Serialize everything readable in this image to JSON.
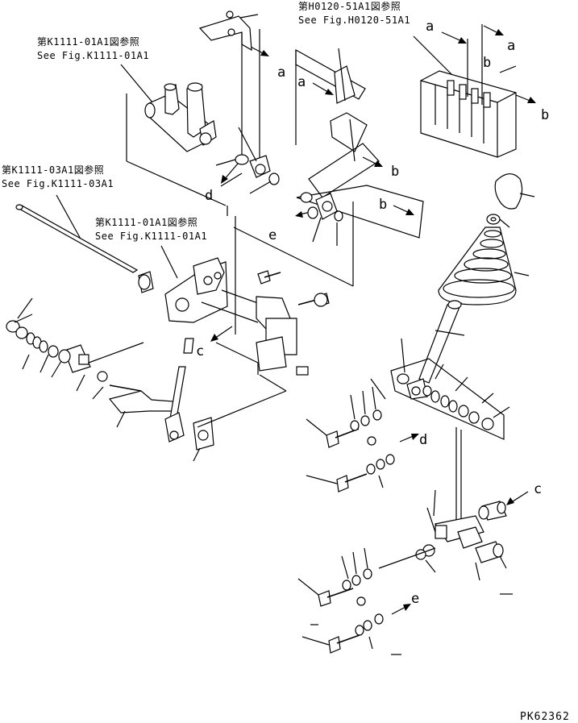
{
  "references": {
    "ref_top_right_jp": "第H0120-51A1図参照",
    "ref_top_right_en": "See Fig.H0120-51A1",
    "ref_top_left_jp": "第K1111-01A1図参照",
    "ref_top_left_en": "See Fig.K1111-01A1",
    "ref_left_jp": "第K1111-03A1図参照",
    "ref_left_en": "See Fig.K1111-03A1",
    "ref_mid_jp": "第K1111-01A1図参照",
    "ref_mid_en": "See Fig.K1111-01A1"
  },
  "callouts": {
    "a": "a",
    "b": "b",
    "c": "c",
    "d": "d",
    "e": "e"
  },
  "drawing_code": "PK62362",
  "icons": [
    "pipe-part",
    "lever-part",
    "bolt-part",
    "washer-part",
    "control-knob",
    "rubber-boot",
    "arrow-indicator"
  ]
}
